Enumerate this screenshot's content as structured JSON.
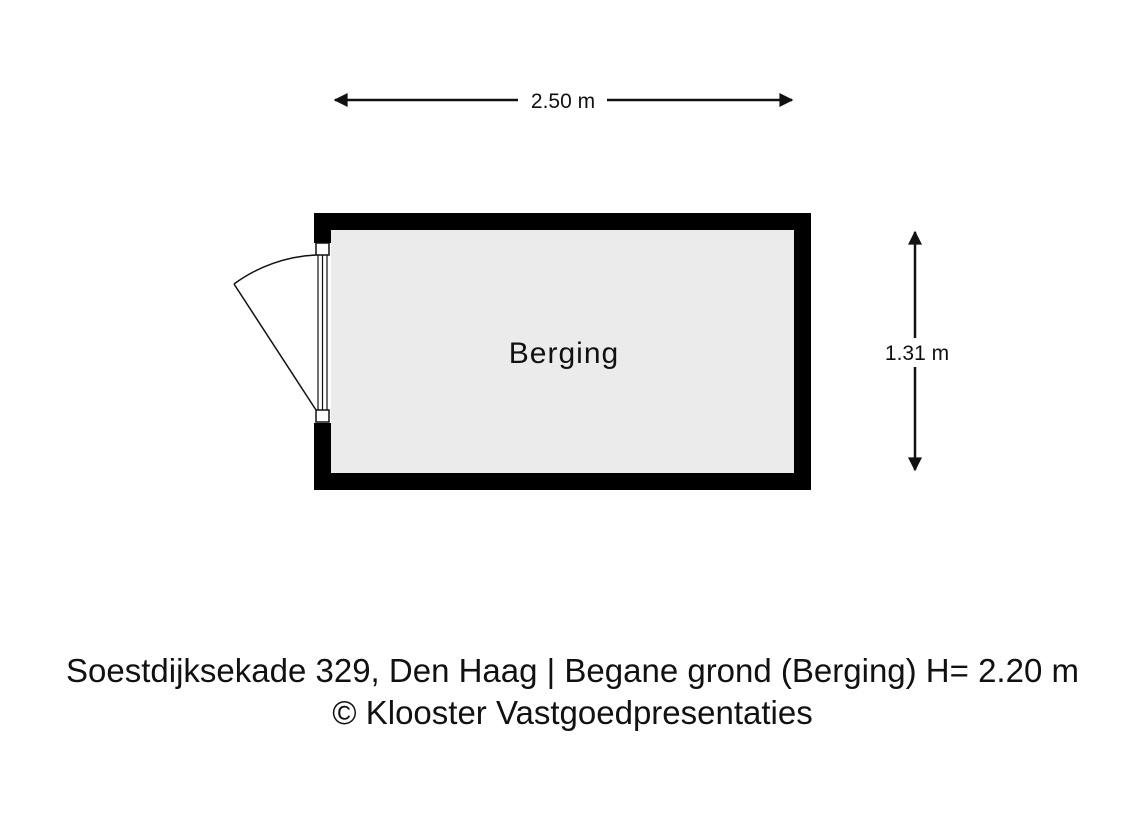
{
  "floorplan": {
    "room": {
      "name": "Berging",
      "width_label": "2.50 m",
      "depth_label": "1.31 m"
    },
    "colors": {
      "wall": "#000000",
      "floor": "#ebebeb",
      "line": "#111111",
      "background": "#ffffff"
    }
  },
  "caption": {
    "line1": "Soestdijksekade 329, Den Haag | Begane grond (Berging) H= 2.20 m",
    "line2": "© Klooster Vastgoedpresentaties"
  }
}
